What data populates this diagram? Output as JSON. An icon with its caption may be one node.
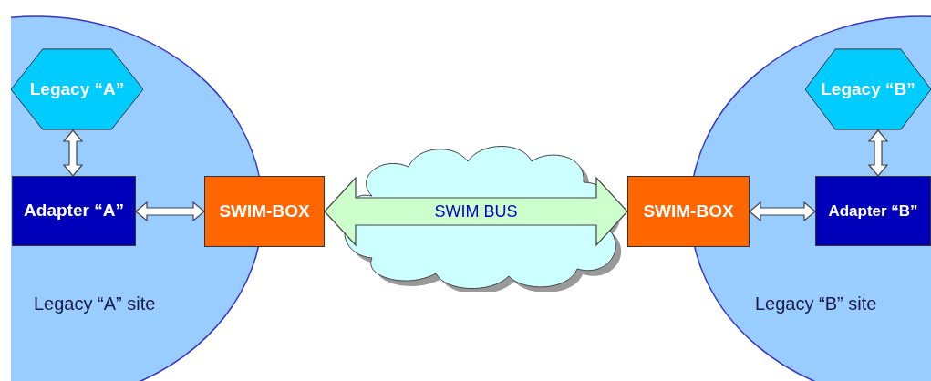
{
  "diagram": {
    "nodes": [
      {
        "text": [
          "Legacy “A” site"
        ]
      },
      {
        "text": [
          "Legacy “A”"
        ],
        "in": 0
      },
      {
        "text": [
          "Adapter “A”"
        ],
        "in": 0
      },
      {
        "text": [
          "SWIM-BOX"
        ]
      },
      {
        "text": [],
        "shape": "cloud"
      },
      {
        "text": [
          "SWIM-BOX"
        ]
      },
      {
        "text": [
          "Legacy “B” site"
        ]
      },
      {
        "text": [
          "Legacy “B”"
        ],
        "in": 6
      },
      {
        "text": [
          "Adapter “B”"
        ],
        "in": 6
      }
    ],
    "edges": [
      {
        "from": 1,
        "to": 2,
        "arrow": "both"
      },
      {
        "from": 2,
        "to": 3,
        "arrow": "both"
      },
      {
        "from": 3,
        "to": 5,
        "arrow": "both",
        "label": "SWIM BUS",
        "style": "thick",
        "color": "#ccffcc"
      },
      {
        "from": 5,
        "to": 8,
        "arrow": "both"
      },
      {
        "from": 7,
        "to": 8,
        "arrow": "both"
      }
    ]
  }
}
